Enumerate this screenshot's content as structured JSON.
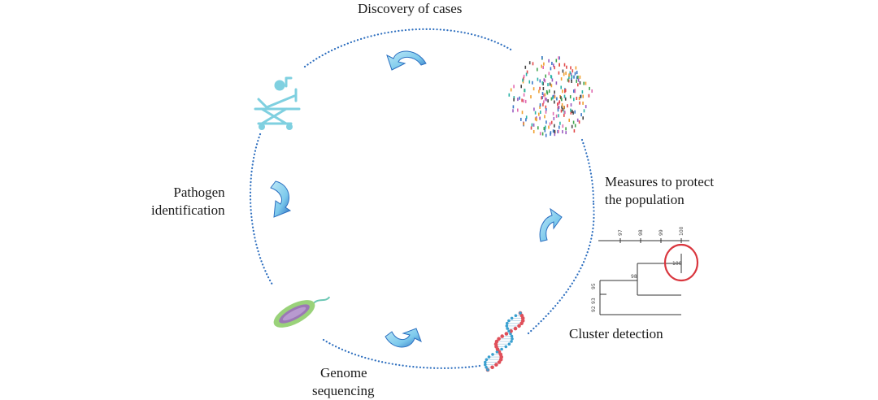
{
  "labels": {
    "discovery": "Discovery of cases",
    "pathogen": [
      "Pathogen",
      "identification"
    ],
    "measures": [
      "Measures to protect",
      "the population"
    ],
    "cluster": "Cluster detection",
    "genome": [
      "Genome",
      "sequencing"
    ]
  },
  "tree": {
    "scale_ticks": [
      "97",
      "98",
      "99",
      "100"
    ],
    "node_labels": [
      "100",
      "98",
      "95",
      "93",
      "92"
    ]
  },
  "icons": {
    "hospital_bed": "hospital-bed-icon",
    "crowd": "crowd-icon",
    "bacterium": "bacterium-icon",
    "dna": "dna-icon",
    "arrows": "curved-arrow-icon"
  },
  "colors": {
    "cycle_dots": "#2e6fbf",
    "arrow_light": "#8fd3ef",
    "arrow_dark": "#2b6fc0",
    "bed": "#7fd0e0",
    "bacterium_body": "#9ad27a",
    "bacterium_core": "#9b78b5",
    "dna_red": "#e0505a",
    "dna_blue": "#3aa0d0",
    "highlight_circle": "#d9363e"
  }
}
